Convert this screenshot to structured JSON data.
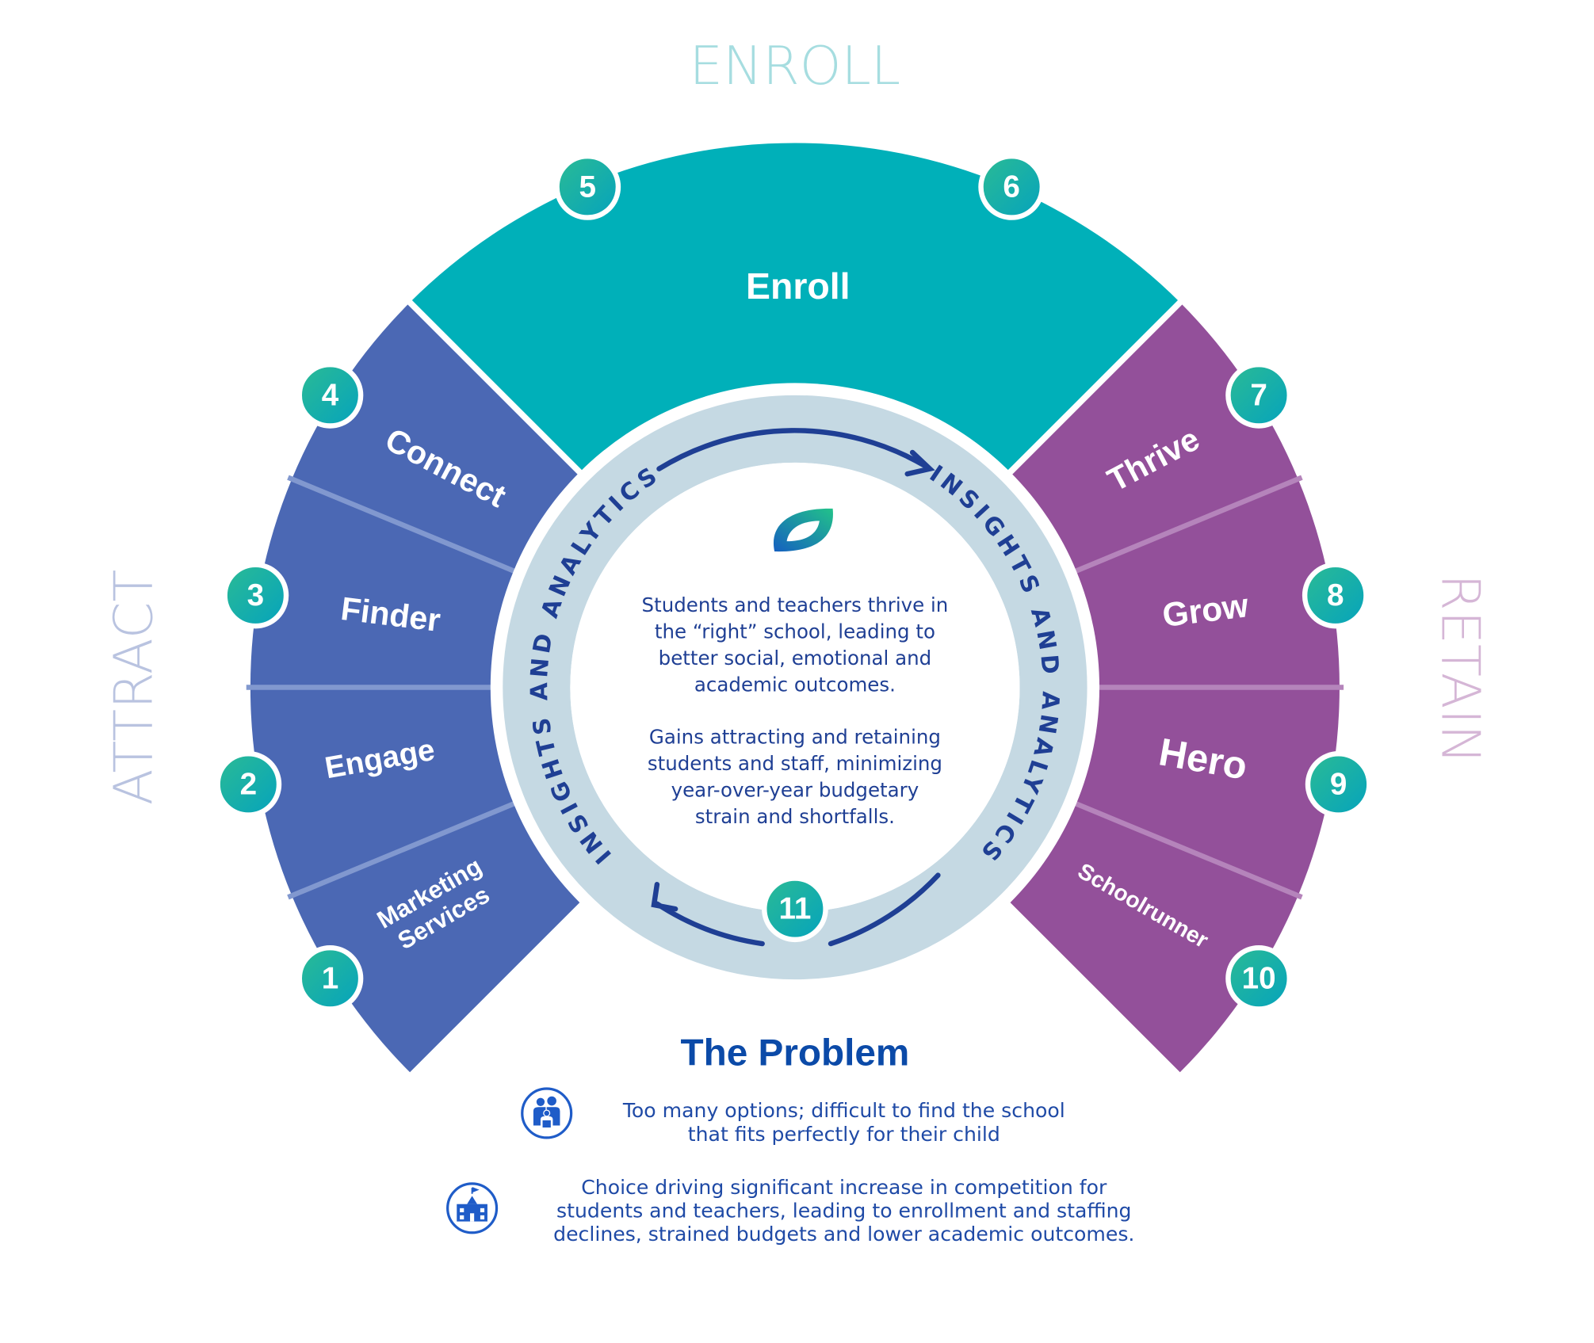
{
  "phases": {
    "enroll": "ENROLL",
    "attract": "ATTRACT",
    "retain": "RETAIN"
  },
  "segments": {
    "enroll": "Enroll",
    "connect": "Connect",
    "finder": "Finder",
    "engage": "Engage",
    "marketing_line1": "Marketing",
    "marketing_line2": "Services",
    "thrive": "Thrive",
    "grow": "Grow",
    "hero": "Hero",
    "schoolrunner": "Schoolrunner"
  },
  "badges": [
    "1",
    "2",
    "3",
    "4",
    "5",
    "6",
    "7",
    "8",
    "9",
    "10",
    "11"
  ],
  "ring": {
    "left": "INSIGHTS AND ANALYTICS",
    "right": "INSIGHTS AND ANALYTICS"
  },
  "center": {
    "para1": [
      "Students and teachers thrive in",
      "the “right” school, leading to",
      "better social, emotional and",
      "academic outcomes."
    ],
    "para2": [
      "Gains attracting and retaining",
      "students and staff, minimizing",
      "year-over-year budgetary",
      "strain and shortfalls."
    ]
  },
  "problem": {
    "title": "The Problem",
    "item1": {
      "icon": "family-icon",
      "lines": [
        "Too many options; difficult to find the school",
        "that fits perfectly for their child"
      ]
    },
    "item2": {
      "icon": "school-icon",
      "lines": [
        "Choice driving significant increase in competition for",
        "students and teachers, leading to enrollment and staffing",
        "declines, strained budgets and lower academic outcomes."
      ]
    }
  },
  "colors": {
    "enroll": "#00b0b9",
    "attract": "#4b68b4",
    "retain": "#93509a",
    "ring": "#c5d9e3",
    "navy": "#1f3f94",
    "badge_a": "#22b59a",
    "badge_b": "#0aa6bb"
  }
}
